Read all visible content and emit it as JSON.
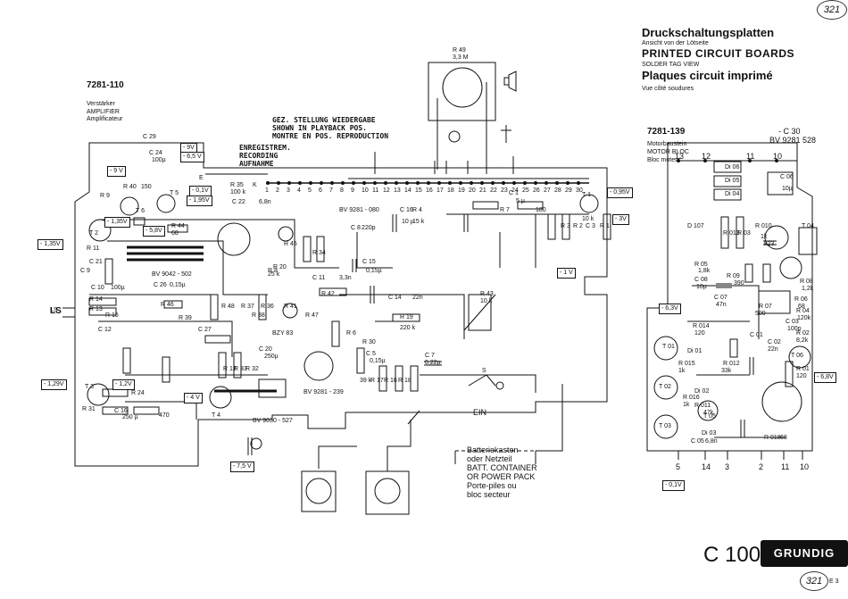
{
  "header": {
    "title_de": "Druckschaltungsplatten",
    "sub_de": "Ansicht von der Lötseite",
    "title_en": "PRINTED CIRCUIT BOARDS",
    "sub_en": "SOLDER TAG VIEW",
    "title_fr": "Plaques circuit imprimé",
    "sub_fr": "Vue côté soudures"
  },
  "page_numbers": {
    "top": "321",
    "bottom": "321",
    "suffix": "E 3"
  },
  "footer": {
    "model": "C 100",
    "brand": "GRUNDIG"
  },
  "board_amp": {
    "id": "7281-110",
    "desc_de": "Verstärker",
    "desc_en": "AMPLIFIER",
    "desc_fr": "Amplificateur"
  },
  "board_motor": {
    "id": "7281-139",
    "desc_de": "Motorbaustein",
    "desc_en": "MOTOR BLOC",
    "desc_fr": "Bloc moteur",
    "cap_ref": "- C 30",
    "bv_ref": "BV 9281  528"
  },
  "notes": {
    "playback_de": "GEZ. STELLUNG WIEDERGABE",
    "playback_en": "SHOWN IN PLAYBACK POS.",
    "playback_fr": "MONTRE EN POS. REPRODUCTION",
    "record_de": "ENREGISTREM.",
    "record_en": "RECORDING",
    "record_fr": "AUFNAHME",
    "battery_de": "Batteriekasten",
    "battery_de2": "oder Netzteil",
    "battery_en": "BATT. CONTAINER",
    "battery_en2": "OR POWER PACK",
    "battery_fr": "Porte-piles ou",
    "battery_fr2": "bloc secteur",
    "ein": "EIN",
    "ls": "LS"
  },
  "voltages": {
    "v9": "- 9V",
    "v65": "- 6,5 V",
    "v9b": "- 9 V",
    "v01": "- 0,1V",
    "v195": "- 1,95V",
    "v135": "- 1,35V",
    "v135b": "- 1,35V",
    "v58": "- 5,8V",
    "v12": "- 1,2V",
    "v129": "- 1,29V",
    "v4": "- 4 V",
    "v75": "- 7,5 V",
    "v095": "- 0,95V",
    "v3": "- 3V",
    "v1": "- 1 V",
    "v63": "- 6,3V",
    "v68": "- 6,8V",
    "v01b": "- 0,1V"
  },
  "components_amp": [
    "C 29",
    "C 24",
    "100µ",
    "R 9",
    "R 40",
    "150",
    "T 6",
    "T 5",
    "E",
    "R 35",
    "100 k",
    "K",
    "C 22",
    "6,8n",
    "BV 9281 - 080",
    "C 8",
    "220p",
    "C 16",
    "10 µ",
    "R 4",
    "15 k",
    "C 1",
    "5 µ",
    "R 7",
    "180",
    "T 1",
    "10 k",
    "R 3",
    "R 2",
    "C 3",
    "R 1",
    "R 44",
    "68",
    "C 21",
    "T 2",
    "C 26",
    "0,15µ",
    "BV 9042 - 502",
    "R 46",
    "R 45",
    "R 20",
    "25 k",
    "R 36",
    "R 34",
    "C 11",
    "3,3n",
    "R 42",
    "C 15",
    "0,15µ",
    "C 14",
    "22n",
    "R 19",
    "220 k",
    "R 43",
    "10 k",
    "R 41",
    "R 47",
    "R 39",
    "R 37",
    "R 38",
    "R 48",
    "C 27",
    "T 3",
    "T 4",
    "BZY 83",
    "C 20",
    "250µ",
    "C 5",
    "0,15µ",
    "C 7",
    "0,22µ",
    "BV 9281 - 239",
    "BV 9030 - 527",
    "R 31",
    "470",
    "R 24",
    "C 16",
    "250 µ",
    "R 17",
    "R 16",
    "R 18",
    "39 k",
    "S",
    "R 49",
    "3,3 M",
    "LS",
    "R 14",
    "R 13",
    "R 15",
    "C 12",
    "R 11",
    "C 9",
    "C 10",
    "100µ",
    "R 12",
    "R 33",
    "R 32",
    "R 30",
    "R 6",
    "R 8"
  ],
  "components_motor": [
    "Di 06",
    "Di 05",
    "Di 04",
    "C 06",
    "10µ",
    "R 010",
    "1k",
    "k23",
    "T 04",
    "D 107",
    "R 013",
    "R 03",
    "R 05",
    "1,8k",
    "R 09",
    "390",
    "C 08",
    "10µ",
    "R 08",
    "1,2k",
    "C 07",
    "47n",
    "R 07",
    "500",
    "R 06",
    "68",
    "R 04",
    "120k",
    "C 03",
    "100p",
    "R 02",
    "8,2k",
    "C 02",
    "22n",
    "T 06",
    "R 01",
    "120",
    "R 014",
    "120",
    "C 01",
    "T 01",
    "Di 01",
    "R 015",
    "1k",
    "R 012",
    "33k",
    "T 02",
    "Di 02",
    "R 016",
    "1k",
    "R 011",
    "47k",
    "T 05",
    "T 03",
    "Di 03",
    "C 05",
    "6,8n",
    "R 018",
    "68"
  ],
  "terminals_motor": [
    "13",
    "12",
    "11",
    "10",
    "5",
    "14",
    "3",
    "2",
    "11",
    "10"
  ],
  "connector_pins": [
    "1",
    "2",
    "3",
    "4",
    "5",
    "6",
    "7",
    "8",
    "9",
    "10",
    "11",
    "12",
    "13",
    "14",
    "15",
    "16",
    "17",
    "18",
    "19",
    "20",
    "21",
    "22",
    "23",
    "24",
    "25",
    "26",
    "27",
    "28",
    "29",
    "30"
  ]
}
